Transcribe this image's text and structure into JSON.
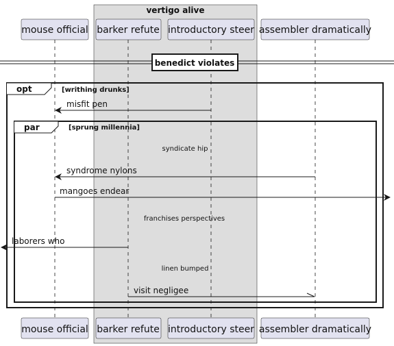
{
  "box": {
    "title": "vertigo alive"
  },
  "participants": [
    {
      "id": "p1",
      "name": "mouse official"
    },
    {
      "id": "p2",
      "name": "barker refute"
    },
    {
      "id": "p3",
      "name": "introductory steer"
    },
    {
      "id": "p4",
      "name": "assembler dramatically"
    }
  ],
  "divider": {
    "label": "benedict violates"
  },
  "groups": {
    "opt": {
      "keyword": "opt",
      "condition": "[writhing drunks]"
    },
    "par": {
      "keyword": "par",
      "condition": "[sprung millennia]"
    }
  },
  "messages": [
    {
      "text": "misfit pen",
      "from": "introductory steer",
      "to": "mouse official"
    },
    {
      "text": "syndicate hip",
      "kind": "delay"
    },
    {
      "text": "syndrome nylons",
      "from": "assembler dramatically",
      "to": "mouse official"
    },
    {
      "text": "mangoes endear",
      "from": "mouse official",
      "to": "(outside right)"
    },
    {
      "text": "franchises perspectives",
      "kind": "delay"
    },
    {
      "text": "laborers who",
      "from": "barker refute",
      "to": "(outside left)"
    },
    {
      "text": "linen bumped",
      "kind": "delay"
    },
    {
      "text": "visit negligee",
      "from": "barker refute",
      "to": "assembler dramatically",
      "arrowhead": "half"
    }
  ],
  "colors": {
    "participant_fill": "#e2e2f0",
    "participant_stroke": "#181818",
    "box_fill": "#dddddd",
    "line": "#181818"
  }
}
